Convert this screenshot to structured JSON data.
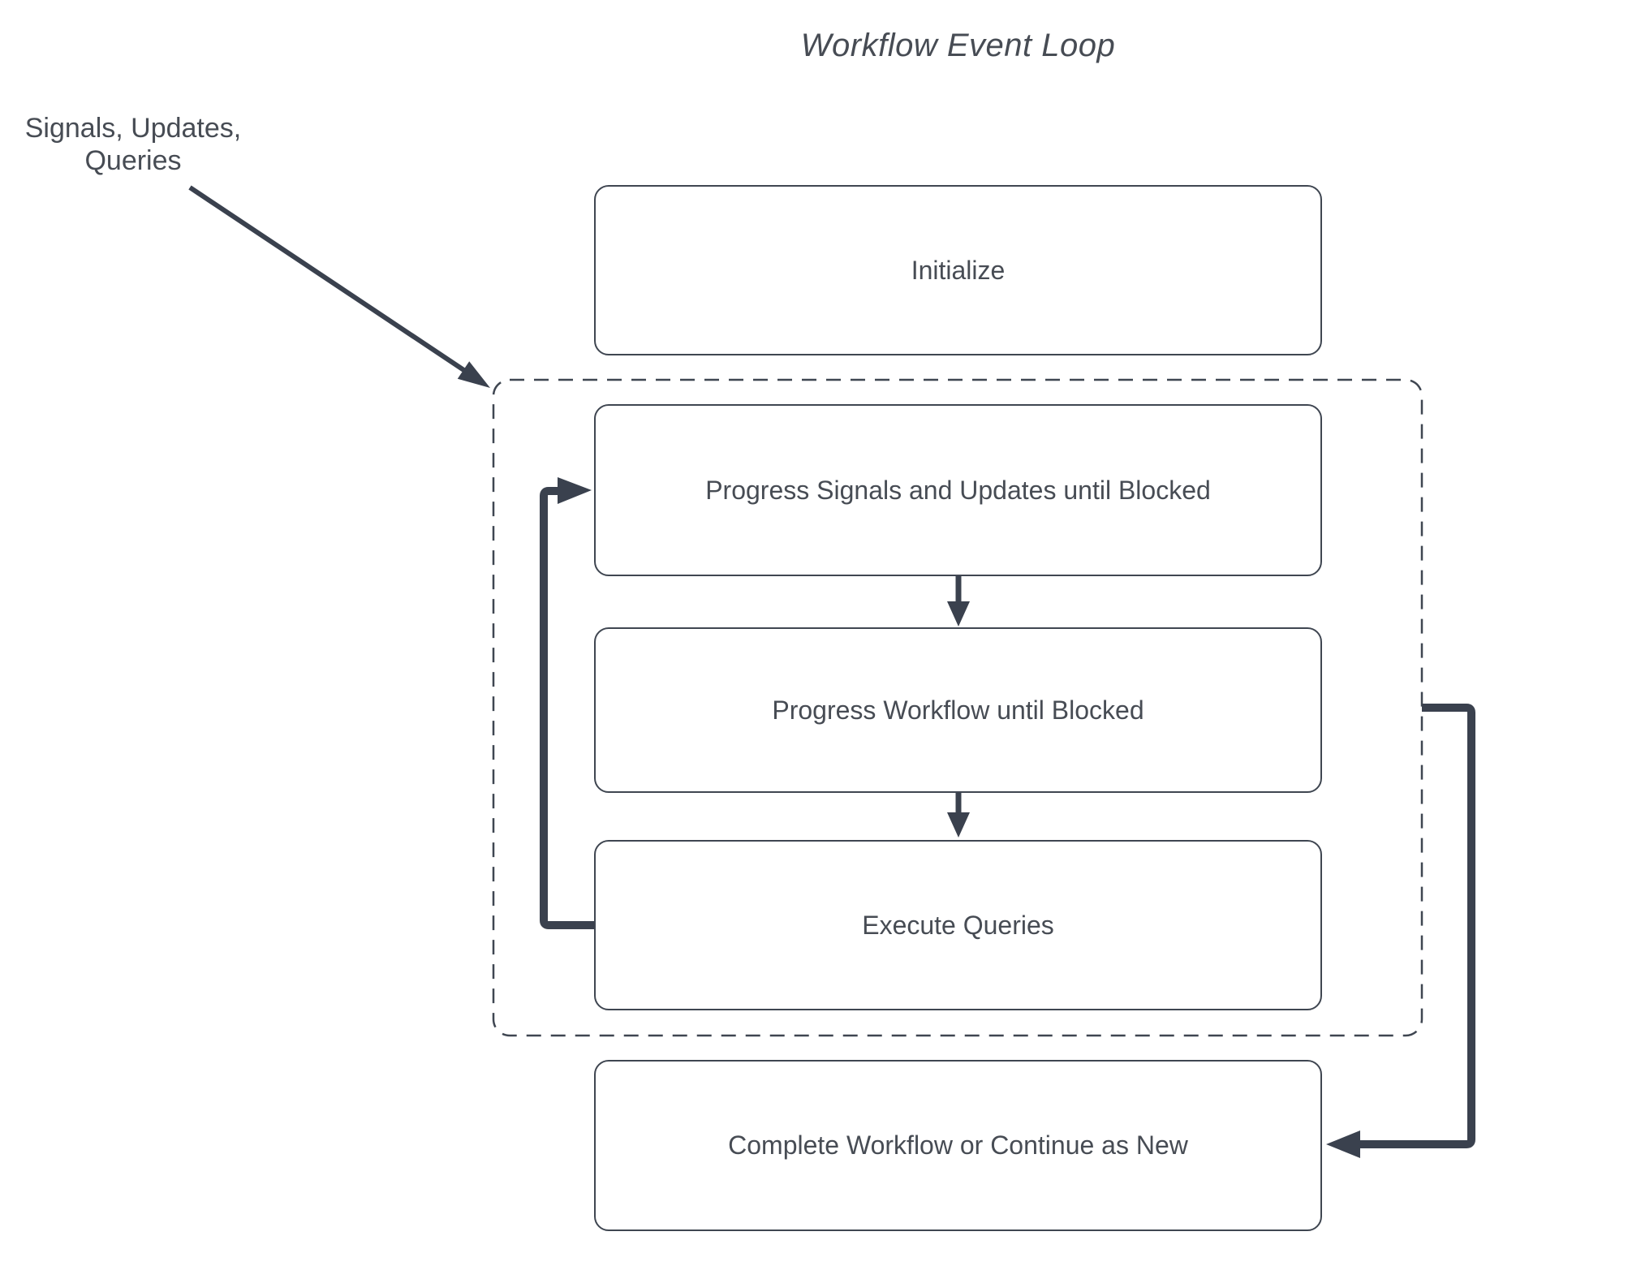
{
  "diagram": {
    "title": "Workflow Event Loop",
    "annotation": {
      "line1": "Signals, Updates,",
      "line2": "Queries"
    },
    "nodes": [
      {
        "id": "initialize",
        "label": "Initialize"
      },
      {
        "id": "progress-signals",
        "label": "Progress Signals and Updates until Blocked"
      },
      {
        "id": "progress-workflow",
        "label": "Progress Workflow until Blocked"
      },
      {
        "id": "execute-queries",
        "label": "Execute Queries"
      },
      {
        "id": "complete",
        "label": "Complete Workflow or Continue as New"
      }
    ],
    "connectors": [
      {
        "id": "signals-arrow",
        "from": "annotation",
        "to": "event-loop-boundary"
      },
      {
        "id": "flow-arrow-1",
        "from": "progress-signals",
        "to": "progress-workflow"
      },
      {
        "id": "flow-arrow-2",
        "from": "progress-workflow",
        "to": "execute-queries"
      },
      {
        "id": "loop-back-arrow",
        "from": "execute-queries",
        "to": "progress-signals"
      },
      {
        "id": "exit-arrow",
        "from": "event-loop-boundary",
        "to": "complete"
      }
    ],
    "colors": {
      "background": "#ffffff",
      "line": "#3a414e",
      "box_border": "#3f4651",
      "text": "#474c54"
    }
  }
}
